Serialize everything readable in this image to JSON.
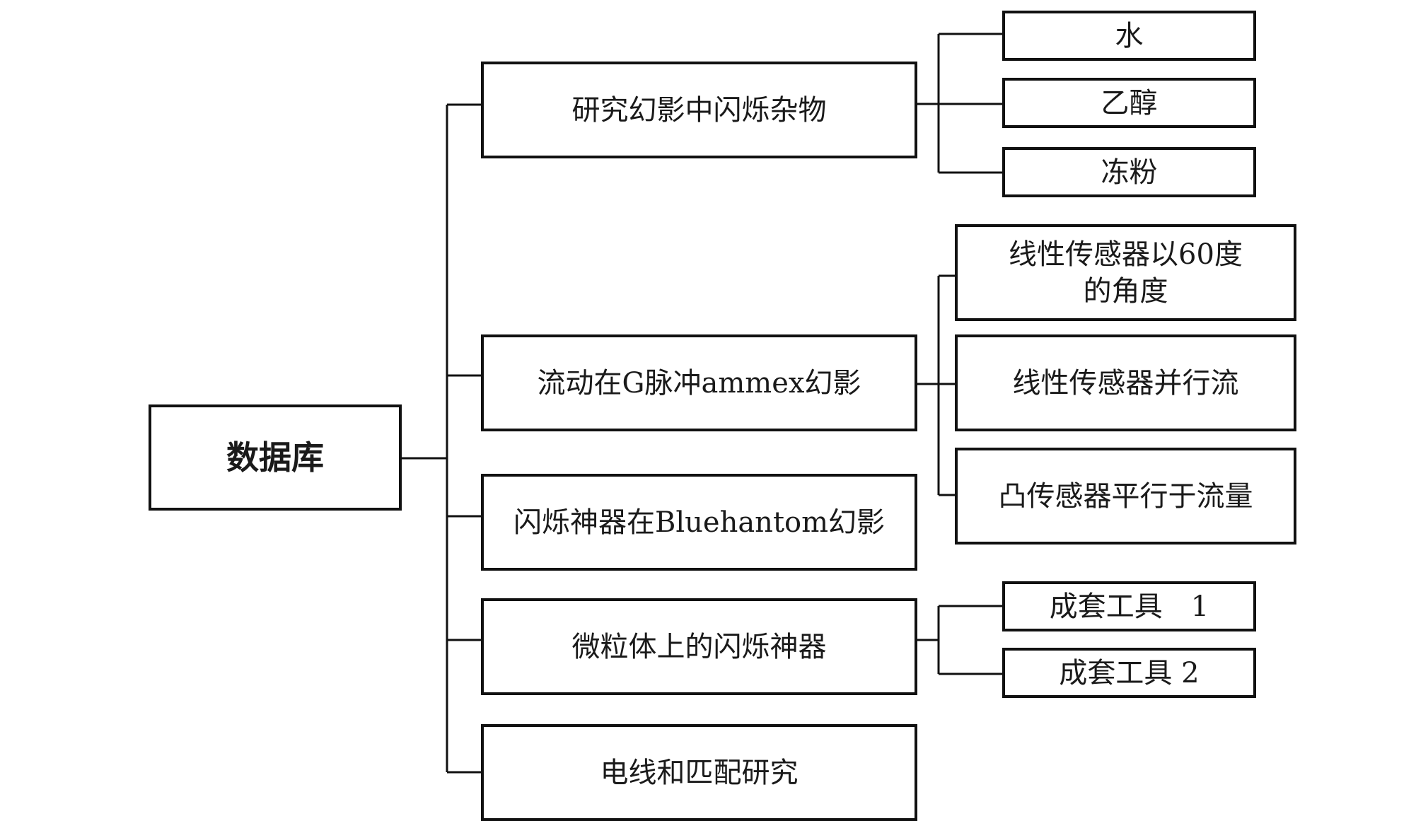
{
  "root": {
    "label": "数据库"
  },
  "branches": [
    {
      "label": "研究幻影中闪烁杂物",
      "children": [
        "水",
        "乙醇",
        "冻粉"
      ]
    },
    {
      "label": "流动在G脉冲ammex幻影",
      "children": [
        "线性传感器以60度\n的角度",
        "线性传感器并行流",
        "凸传感器平行于流量"
      ]
    },
    {
      "label": "闪烁神器在Bluehantom幻影",
      "children": []
    },
    {
      "label": "微粒体上的闪烁神器",
      "children": [
        "成套工具　1",
        "成套工具 2"
      ]
    },
    {
      "label": "电线和匹配研究",
      "children": []
    }
  ]
}
